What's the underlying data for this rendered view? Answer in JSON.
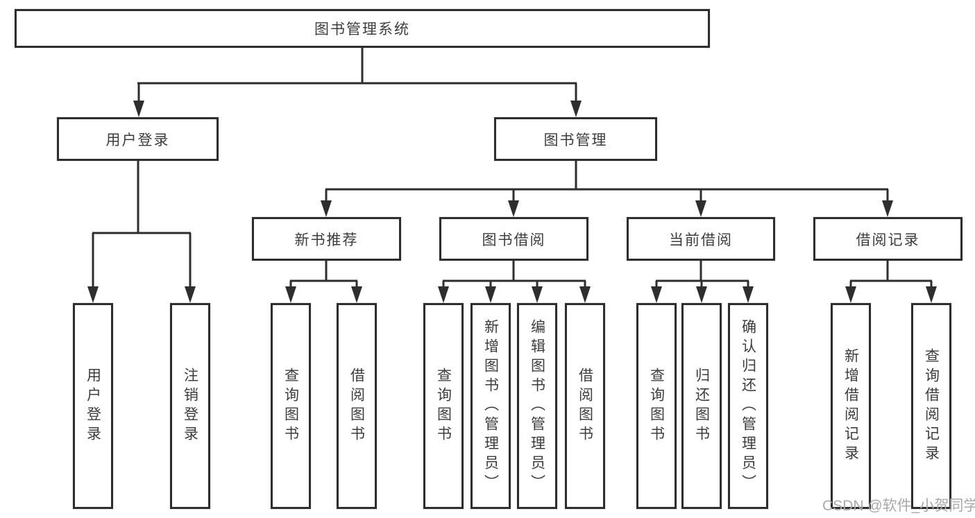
{
  "nodes": {
    "root": "图书管理系统",
    "user_login": "用户登录",
    "book_mgmt": "图书管理",
    "new_book_rec": "新书推荐",
    "book_borrow": "图书借阅",
    "current_borrow": "当前借阅",
    "borrow_record": "借阅记录",
    "leaf_user_login": "用户登录",
    "leaf_logout": "注销登录",
    "leaf_nbr_query": "查询图书",
    "leaf_nbr_borrow": "借阅图书",
    "leaf_bb_query": "查询图书",
    "leaf_bb_add": "新增图书（管理员）",
    "leaf_bb_edit": "编辑图书（管理员）",
    "leaf_bb_borrow": "借阅图书",
    "leaf_cb_query": "查询图书",
    "leaf_cb_return": "归还图书",
    "leaf_cb_confirm": "确认归还（管理员）",
    "leaf_br_add": "新增借阅记录",
    "leaf_br_query": "查询借阅记录"
  },
  "tree": {
    "label": "图书管理系统",
    "children": [
      {
        "label": "用户登录",
        "children": [
          {
            "label": "用户登录"
          },
          {
            "label": "注销登录"
          }
        ]
      },
      {
        "label": "图书管理",
        "children": [
          {
            "label": "新书推荐",
            "children": [
              {
                "label": "查询图书"
              },
              {
                "label": "借阅图书"
              }
            ]
          },
          {
            "label": "图书借阅",
            "children": [
              {
                "label": "查询图书"
              },
              {
                "label": "新增图书（管理员）"
              },
              {
                "label": "编辑图书（管理员）"
              },
              {
                "label": "借阅图书"
              }
            ]
          },
          {
            "label": "当前借阅",
            "children": [
              {
                "label": "查询图书"
              },
              {
                "label": "归还图书"
              },
              {
                "label": "确认归还（管理员）"
              }
            ]
          },
          {
            "label": "借阅记录",
            "children": [
              {
                "label": "新增借阅记录"
              },
              {
                "label": "查询借阅记录"
              }
            ]
          }
        ]
      }
    ]
  },
  "watermark": "CSDN @软件_小贺同学",
  "colors": {
    "line": "#2e2e2e",
    "text": "#3c3c3c",
    "watermark": "#a9a9a9",
    "background": "#ffffff"
  }
}
